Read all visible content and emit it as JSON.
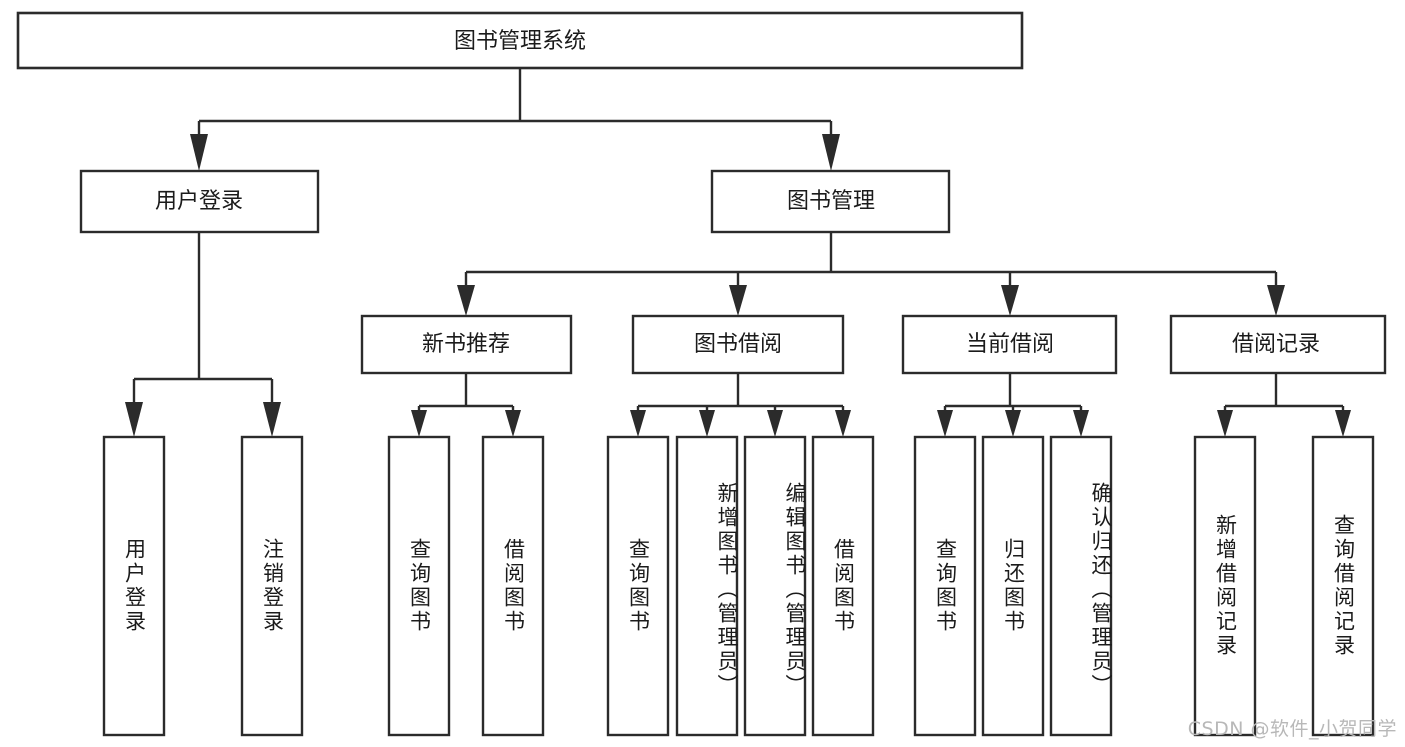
{
  "diagram": {
    "type": "tree",
    "title": "图书管理系统",
    "orientation": "top-down",
    "colors": {
      "stroke": "#2b2b2b",
      "box_fill": "#ffffff",
      "text": "#1b1b1b",
      "background": "#ffffff",
      "watermark": "#b8b8b8"
    },
    "root": {
      "label": "图书管理系统"
    },
    "level2": [
      {
        "label": "用户登录"
      },
      {
        "label": "图书管理"
      }
    ],
    "level3": [
      {
        "label": "新书推荐"
      },
      {
        "label": "图书借阅"
      },
      {
        "label": "当前借阅"
      },
      {
        "label": "借阅记录"
      }
    ],
    "leaves": {
      "user_login": [
        {
          "label": "用户登录"
        },
        {
          "label": "注销登录"
        }
      ],
      "new_book_recommend": [
        {
          "label": "查询图书"
        },
        {
          "label": "借阅图书"
        }
      ],
      "book_borrow": [
        {
          "label": "查询图书"
        },
        {
          "label": "新增图书（管理员）"
        },
        {
          "label": "编辑图书（管理员）"
        },
        {
          "label": "借阅图书"
        }
      ],
      "current_borrow": [
        {
          "label": "查询图书"
        },
        {
          "label": "归还图书"
        },
        {
          "label": "确认归还（管理员）"
        }
      ],
      "borrow_record": [
        {
          "label": "新增借阅记录"
        },
        {
          "label": "查询借阅记录"
        }
      ]
    }
  },
  "watermark": {
    "text": "CSDN @软件_小贺同学"
  }
}
